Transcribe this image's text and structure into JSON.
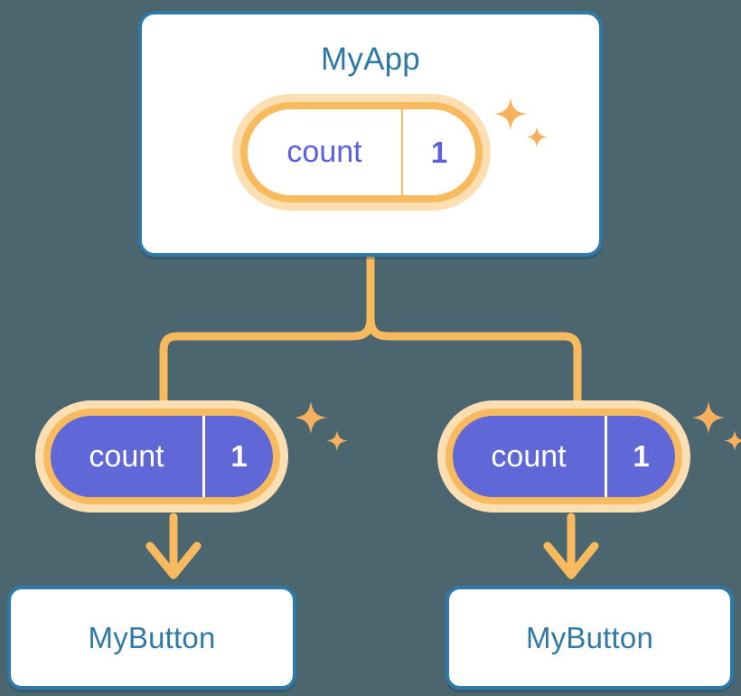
{
  "diagram": {
    "title": "MyApp state propagation tree",
    "background_color": "#4c6670",
    "accent_blue": "#2e79a8",
    "accent_orange": "#f8ba5f",
    "accent_orange_soft": "#fbdfb2",
    "accent_purple": "#5f68d6"
  },
  "root": {
    "label": "MyApp",
    "state": {
      "key": "count",
      "value": "1"
    },
    "sparkle_name": "sparkle-icon"
  },
  "children": [
    {
      "state": {
        "key": "count",
        "value": "1"
      },
      "label": "MyButton",
      "sparkle_name": "sparkle-icon"
    },
    {
      "state": {
        "key": "count",
        "value": "1"
      },
      "label": "MyButton",
      "sparkle_name": "sparkle-icon"
    }
  ],
  "connectors": {
    "branch_name": "tree-branch-connector",
    "arrow_name": "down-arrow-connector",
    "color": "#f8ba5f"
  }
}
